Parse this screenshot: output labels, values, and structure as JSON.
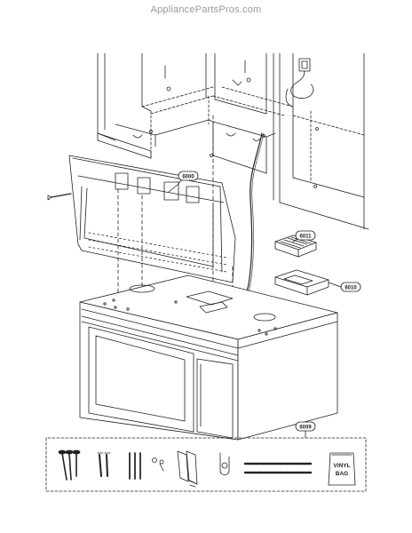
{
  "watermark": "AppliancePartsPros.com",
  "callouts": {
    "plate": "6000",
    "grease_filter": "6011",
    "charcoal_filter": "6010",
    "hardware_kit": "6009"
  },
  "hardware": {
    "bag_line1": "VINYL",
    "bag_line2": "BAG"
  }
}
